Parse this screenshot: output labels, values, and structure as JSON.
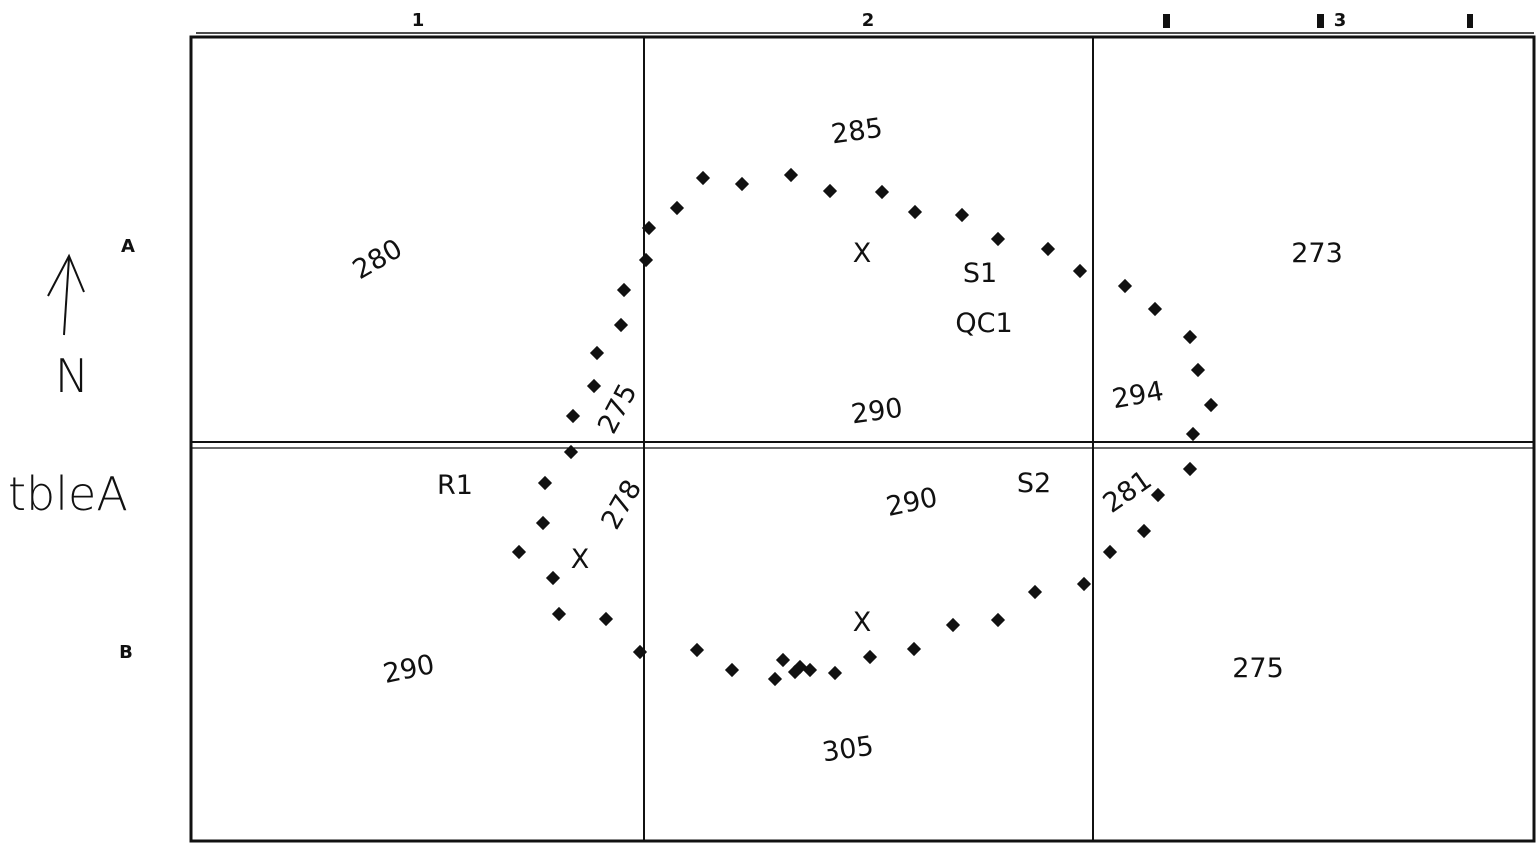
{
  "column_labels": [
    "1",
    "2",
    "3"
  ],
  "row_labels": [
    "A",
    "B"
  ],
  "north_label": "N",
  "table_label": "tbleA",
  "cell_values": {
    "a1": "280",
    "a3": "273",
    "b1": "290",
    "b3": "275",
    "top_center": "285",
    "center_upper": "290",
    "center_lower": "290",
    "bottom_center": "305",
    "left_upper": "275",
    "left_lower": "278",
    "right_upper": "294",
    "right_lower": "281"
  },
  "markers": {
    "s1": "S1",
    "qc1": "QC1",
    "s2": "S2",
    "r1": "R1"
  },
  "sample_points": [
    "X",
    "X",
    "X"
  ],
  "colors": {
    "ink": "#111111",
    "paper": "#ffffff"
  }
}
